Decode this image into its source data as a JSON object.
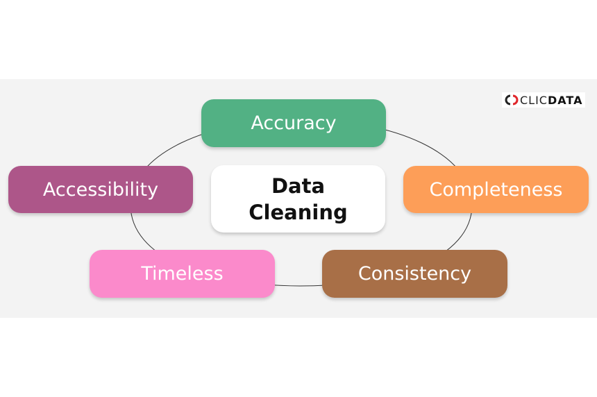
{
  "center": {
    "line1": "Data",
    "line2": "Cleaning"
  },
  "nodes": {
    "accuracy": {
      "label": "Accuracy",
      "color": "#52b184"
    },
    "accessibility": {
      "label": "Accessibility",
      "color": "#ad5689"
    },
    "completeness": {
      "label": "Completeness",
      "color": "#fd9e58"
    },
    "timeless": {
      "label": "Timeless",
      "color": "#fb8acb"
    },
    "consistency": {
      "label": "Consistency",
      "color": "#a86f47"
    }
  },
  "logo": {
    "text_light": "CLIC",
    "text_bold": "DATA",
    "accent": "#e0262b"
  }
}
